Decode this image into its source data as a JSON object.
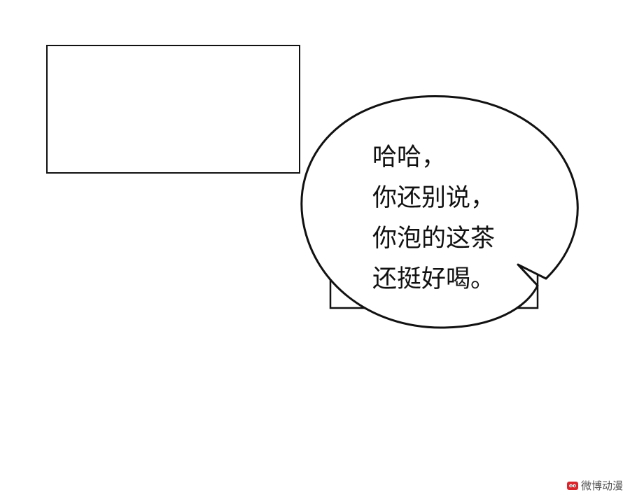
{
  "speech_bubble": {
    "lines": [
      "哈哈，",
      "你还别说，",
      "你泡的这茶",
      "还挺好喝。"
    ]
  },
  "watermark": {
    "text": "微博动漫",
    "logo_icon": "weibo-eye-logo-icon"
  },
  "colors": {
    "ink": "#111111",
    "paper": "#ffffff",
    "watermark_red": "#d9262c"
  }
}
